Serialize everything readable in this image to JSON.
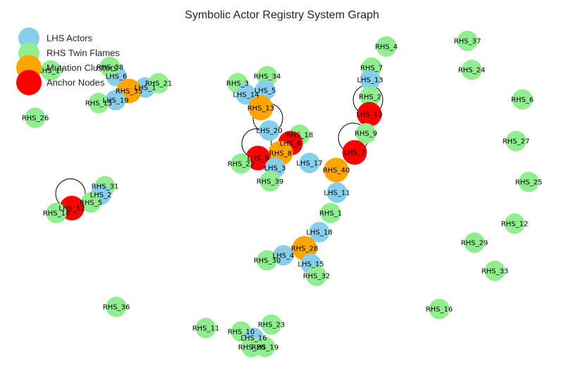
{
  "title": "Symbolic Actor Registry System Graph",
  "legend": [
    {
      "label": "LHS Actors",
      "color": "#87ceeb",
      "size": "small"
    },
    {
      "label": "RHS Twin Flames",
      "color": "#90ee90",
      "size": "small"
    },
    {
      "label": "Mutation Clusters",
      "color": "#ffa500",
      "size": "large"
    },
    {
      "label": "Anchor Nodes",
      "color": "#ff0000",
      "size": "large"
    }
  ],
  "colors": {
    "lhs": "#87ceeb",
    "rhs": "#90ee90",
    "mutation": "#ffa500",
    "anchor": "#ff0000",
    "edge": "#000000"
  },
  "nodes": [
    {
      "id": "LHS_6",
      "type": "lhs"
    },
    {
      "id": "RHS_38",
      "type": "rhs"
    },
    {
      "id": "RHS_17",
      "type": "rhs"
    },
    {
      "id": "LHS_1",
      "type": "lhs"
    },
    {
      "id": "RHS_21",
      "type": "rhs"
    },
    {
      "id": "RHS_35",
      "type": "mutation"
    },
    {
      "id": "LHS_19",
      "type": "lhs"
    },
    {
      "id": "RHS_15",
      "type": "rhs"
    },
    {
      "id": "RHS_26",
      "type": "rhs"
    },
    {
      "id": "RHS_3",
      "type": "rhs"
    },
    {
      "id": "RHS_34",
      "type": "rhs"
    },
    {
      "id": "LHS_14",
      "type": "lhs"
    },
    {
      "id": "LHS_5",
      "type": "lhs"
    },
    {
      "id": "RHS_13",
      "type": "mutation"
    },
    {
      "id": "LHS_20",
      "type": "lhs"
    },
    {
      "id": "RHS_18",
      "type": "rhs"
    },
    {
      "id": "LHS_8",
      "type": "anchor"
    },
    {
      "id": "RHS_8",
      "type": "mutation"
    },
    {
      "id": "LHS_9",
      "type": "anchor"
    },
    {
      "id": "RHS_22",
      "type": "rhs"
    },
    {
      "id": "LHS_3",
      "type": "lhs"
    },
    {
      "id": "RHS_39",
      "type": "rhs"
    },
    {
      "id": "LHS_17",
      "type": "lhs"
    },
    {
      "id": "RHS_4",
      "type": "rhs"
    },
    {
      "id": "RHS_7",
      "type": "rhs"
    },
    {
      "id": "LHS_13",
      "type": "lhs"
    },
    {
      "id": "RHS_2",
      "type": "rhs"
    },
    {
      "id": "LHS_10",
      "type": "anchor"
    },
    {
      "id": "RHS_9",
      "type": "rhs"
    },
    {
      "id": "LHS_7",
      "type": "anchor"
    },
    {
      "id": "RHS_40",
      "type": "mutation"
    },
    {
      "id": "LHS_11",
      "type": "lhs"
    },
    {
      "id": "RHS_1",
      "type": "rhs"
    },
    {
      "id": "LHS_18",
      "type": "lhs"
    },
    {
      "id": "RHS_28",
      "type": "mutation"
    },
    {
      "id": "LHS_4",
      "type": "lhs"
    },
    {
      "id": "RHS_30",
      "type": "rhs"
    },
    {
      "id": "LHS_15",
      "type": "lhs"
    },
    {
      "id": "RHS_32",
      "type": "rhs"
    },
    {
      "id": "RHS_31",
      "type": "rhs"
    },
    {
      "id": "LHS_2",
      "type": "lhs"
    },
    {
      "id": "RHS_5",
      "type": "rhs"
    },
    {
      "id": "LHS_12",
      "type": "anchor"
    },
    {
      "id": "RHS_14",
      "type": "rhs"
    },
    {
      "id": "RHS_37",
      "type": "rhs"
    },
    {
      "id": "RHS_24",
      "type": "rhs"
    },
    {
      "id": "RHS_6",
      "type": "rhs"
    },
    {
      "id": "RHS_27",
      "type": "rhs"
    },
    {
      "id": "RHS_25",
      "type": "rhs"
    },
    {
      "id": "RHS_12",
      "type": "rhs"
    },
    {
      "id": "RHS_29",
      "type": "rhs"
    },
    {
      "id": "RHS_33",
      "type": "rhs"
    },
    {
      "id": "RHS_16",
      "type": "rhs"
    },
    {
      "id": "RHS_36",
      "type": "rhs"
    },
    {
      "id": "RHS_11",
      "type": "rhs"
    },
    {
      "id": "RHS_10",
      "type": "rhs"
    },
    {
      "id": "LHS_16",
      "type": "lhs"
    },
    {
      "id": "RHS_23",
      "type": "rhs"
    },
    {
      "id": "RHS_20",
      "type": "rhs"
    },
    {
      "id": "RHS_19",
      "type": "rhs"
    }
  ],
  "self_loops": [
    "LHS_20",
    "LHS_9",
    "LHS_10",
    "LHS_7",
    "LHS_12"
  ]
}
